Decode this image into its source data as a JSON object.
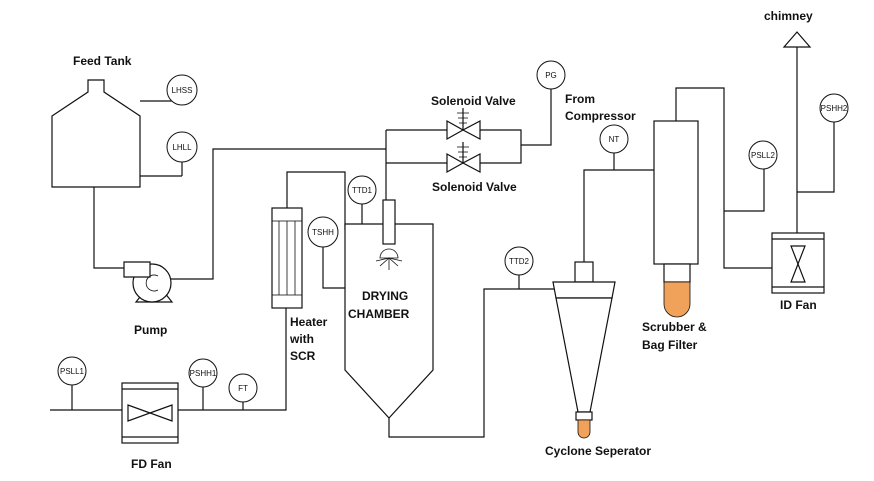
{
  "labels": {
    "feed_tank": "Feed Tank",
    "pump": "Pump",
    "heater_line1": "Heater",
    "heater_line2": "with",
    "heater_line3": "SCR",
    "fd_fan": "FD Fan",
    "solenoid_valve_top": "Solenoid Valve",
    "solenoid_valve_bottom": "Solenoid Valve",
    "from_compressor": "From",
    "from_compressor2": "Compressor",
    "drying_chamber_line1": "DRYING",
    "drying_chamber_line2": "CHAMBER",
    "cyclone": "Cyclone Seperator",
    "scrubber_line1": "Scrubber &",
    "scrubber_line2": "Bag Filter",
    "id_fan": "ID Fan",
    "chimney": "chimney"
  },
  "instruments": {
    "lhss": "LHSS",
    "lhll": "LHLL",
    "pg": "PG",
    "nt": "NT",
    "ttd1": "TTD1",
    "tshh": "TSHH",
    "ttd2": "TTD2",
    "psll1": "PSLL1",
    "pshh1": "PSHH1",
    "ft": "FT",
    "psll2": "PSLL2",
    "pshh2": "PSHH2"
  },
  "colors": {
    "line": "#111111",
    "collector_fill": "#f0a15a"
  }
}
